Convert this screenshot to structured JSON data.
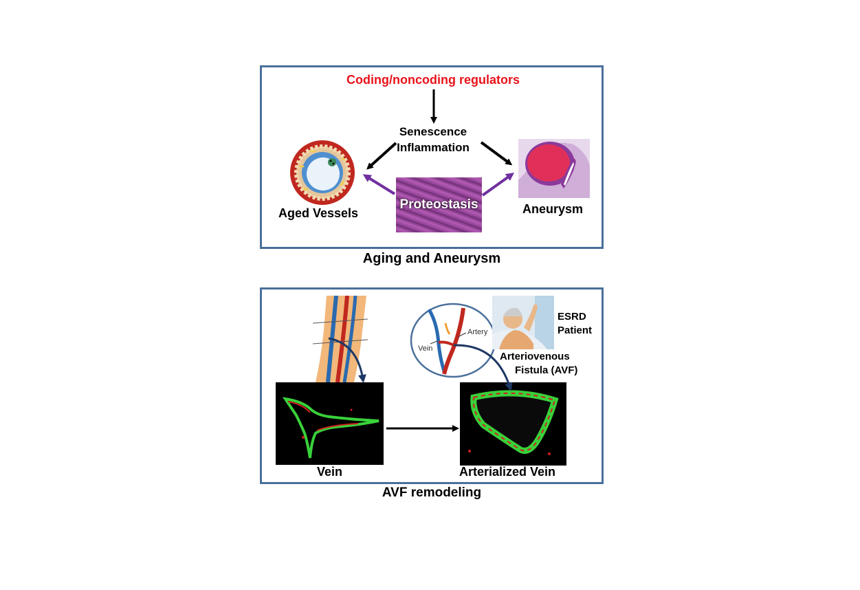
{
  "panel_top": {
    "regulators": "Coding/noncoding regulators",
    "senescence": "Senescence",
    "inflammation": "Inflammation",
    "aged_vessels": "Aged Vessels",
    "aneurysm": "Aneurysm",
    "proteostasis": "Proteostasis",
    "caption": "Aging and Aneurysm"
  },
  "panel_bottom": {
    "esrd_line1": "ESRD",
    "esrd_line2": "Patient",
    "artery": "Artery",
    "vein_small": "Vein",
    "avf_line1": "Arteriovenous",
    "avf_line2": "Fistula (AVF)",
    "vein": "Vein",
    "arterialized_vein": "Arterialized Vein",
    "caption": "AVF remodeling"
  },
  "colors": {
    "frame": "#4a6f9a",
    "regulators_text": "#e8141b",
    "purple_arrow": "#7030a0",
    "navy_arrow": "#1f3864"
  }
}
